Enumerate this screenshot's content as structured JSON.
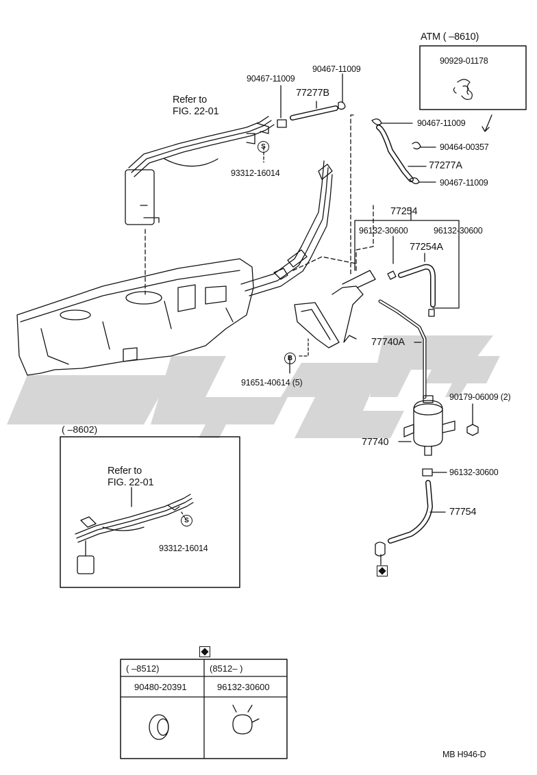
{
  "watermark_color": "#cfcfcf",
  "ink_color": "#111111",
  "labels": {
    "atm": "ATM (      –8610)",
    "p_90929": "90929-01178",
    "p_90467_a": "90467-11009",
    "p_90467_b": "90467-11009",
    "p_77277b": "77277B",
    "refer_to_1": "Refer to",
    "fig_1": "FIG. 22-01",
    "s_circle": "S",
    "p_93312_1": "93312-16014",
    "p_90467_c": "90467-11009",
    "p_90464": "90464-00357",
    "p_77277a": "77277A",
    "p_90467_d": "90467-11009",
    "p_77254": "77254",
    "p_96132_a": "96132-30600",
    "p_96132_b": "96132-30600",
    "p_77254a": "77254A",
    "p_77740a": "77740A",
    "b_circle": "B",
    "p_91651": "91651-40614 (5)",
    "p_90179": "90179-06009 (2)",
    "p_77740": "77740",
    "p_96132_c": "96132-30600",
    "p_77754": "77754",
    "inset_title": "(      –8602)",
    "refer_to_2": "Refer to",
    "fig_2": "FIG. 22-01",
    "s_circle_2": "S",
    "p_93312_2": "93312-16014",
    "footer": "MB  H946-D"
  },
  "table": {
    "col1_header": "(      –8512)",
    "col2_header": "(8512–         )",
    "col1_part": "90480-20391",
    "col2_part": "96132-30600"
  }
}
